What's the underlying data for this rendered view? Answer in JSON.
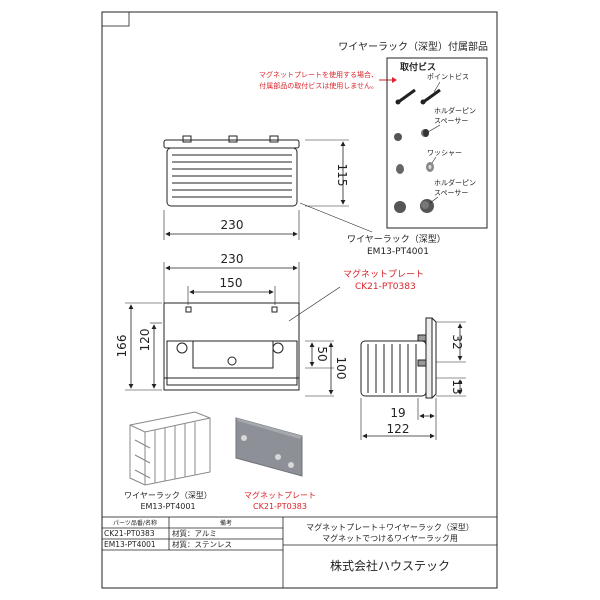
{
  "header": {
    "title": "ワイヤーラック（深型）付属部品"
  },
  "note": {
    "line1": "マグネットプレートを使用する場合、",
    "line2": "付属部品の取付ビスは使用しません。"
  },
  "parts_box": {
    "title": "取付ビス",
    "items": [
      {
        "label": "ポイントビス"
      },
      {
        "label_line1": "ホルダーピン",
        "label_line2": "スペーサー"
      },
      {
        "label": "ワッシャー"
      },
      {
        "label_line1": "ホルダーピン",
        "label_line2": "スペーサー"
      }
    ]
  },
  "dimensions": {
    "rack_width": "230",
    "rack_height": "115",
    "plate_width": "230",
    "hole_spacing": "150",
    "plate_height": "166",
    "plate_inner_height": "120",
    "side_top": "32",
    "side_height": "100",
    "side_mid": "50",
    "side_bottom": "13",
    "side_depth_small": "19",
    "side_depth": "122"
  },
  "callouts": {
    "rack_name": "ワイヤーラック（深型）",
    "rack_code": "EM13-PT4001",
    "plate_name": "マグネットプレート",
    "plate_code": "CK21-PT0383"
  },
  "photos": {
    "rack_name": "ワイヤーラック（深型）",
    "rack_code": "EM13-PT4001",
    "plate_name": "マグネットプレート",
    "plate_code": "CK21-PT0383"
  },
  "title_block": {
    "col_code": "パーツ品番/名称",
    "col_spec": "備考",
    "rows": [
      {
        "code": "CK21-PT0383",
        "spec": "材質：アルミ"
      },
      {
        "code": "EM13-PT4001",
        "spec": "材質：ステンレス"
      }
    ],
    "product_line1": "マグネットプレート＋ワイヤーラック（深型）",
    "product_line2": "マグネットでつけるワイヤーラック用",
    "company": "株式会社ハウステック"
  },
  "colors": {
    "accent_red": "#d9242b",
    "line": "#222222"
  }
}
